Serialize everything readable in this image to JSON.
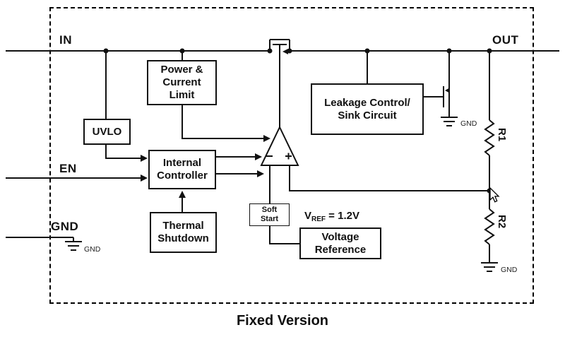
{
  "diagram": {
    "title": "Fixed Version",
    "pins": {
      "in": "IN",
      "out": "OUT",
      "en": "EN",
      "gnd": "GND"
    },
    "blocks": {
      "power_current_limit": "Power &\nCurrent\nLimit",
      "uvlo": "UVLO",
      "internal_controller": "Internal\nController",
      "thermal_shutdown": "Thermal\nShutdown",
      "leakage_control": "Leakage Control/\nSink Circuit",
      "soft_start": "Soft\nStart",
      "voltage_reference": "Voltage\nReference"
    },
    "labels": {
      "vref_prefix": "V",
      "vref_sub": "REF",
      "vref_suffix": " = 1.2V",
      "r1": "R1",
      "r2": "R2",
      "gnd_small_left": "GND",
      "gnd_small_sink": "GND",
      "gnd_small_r2": "GND"
    },
    "colors": {
      "line": "#111111",
      "background": "#ffffff"
    }
  }
}
